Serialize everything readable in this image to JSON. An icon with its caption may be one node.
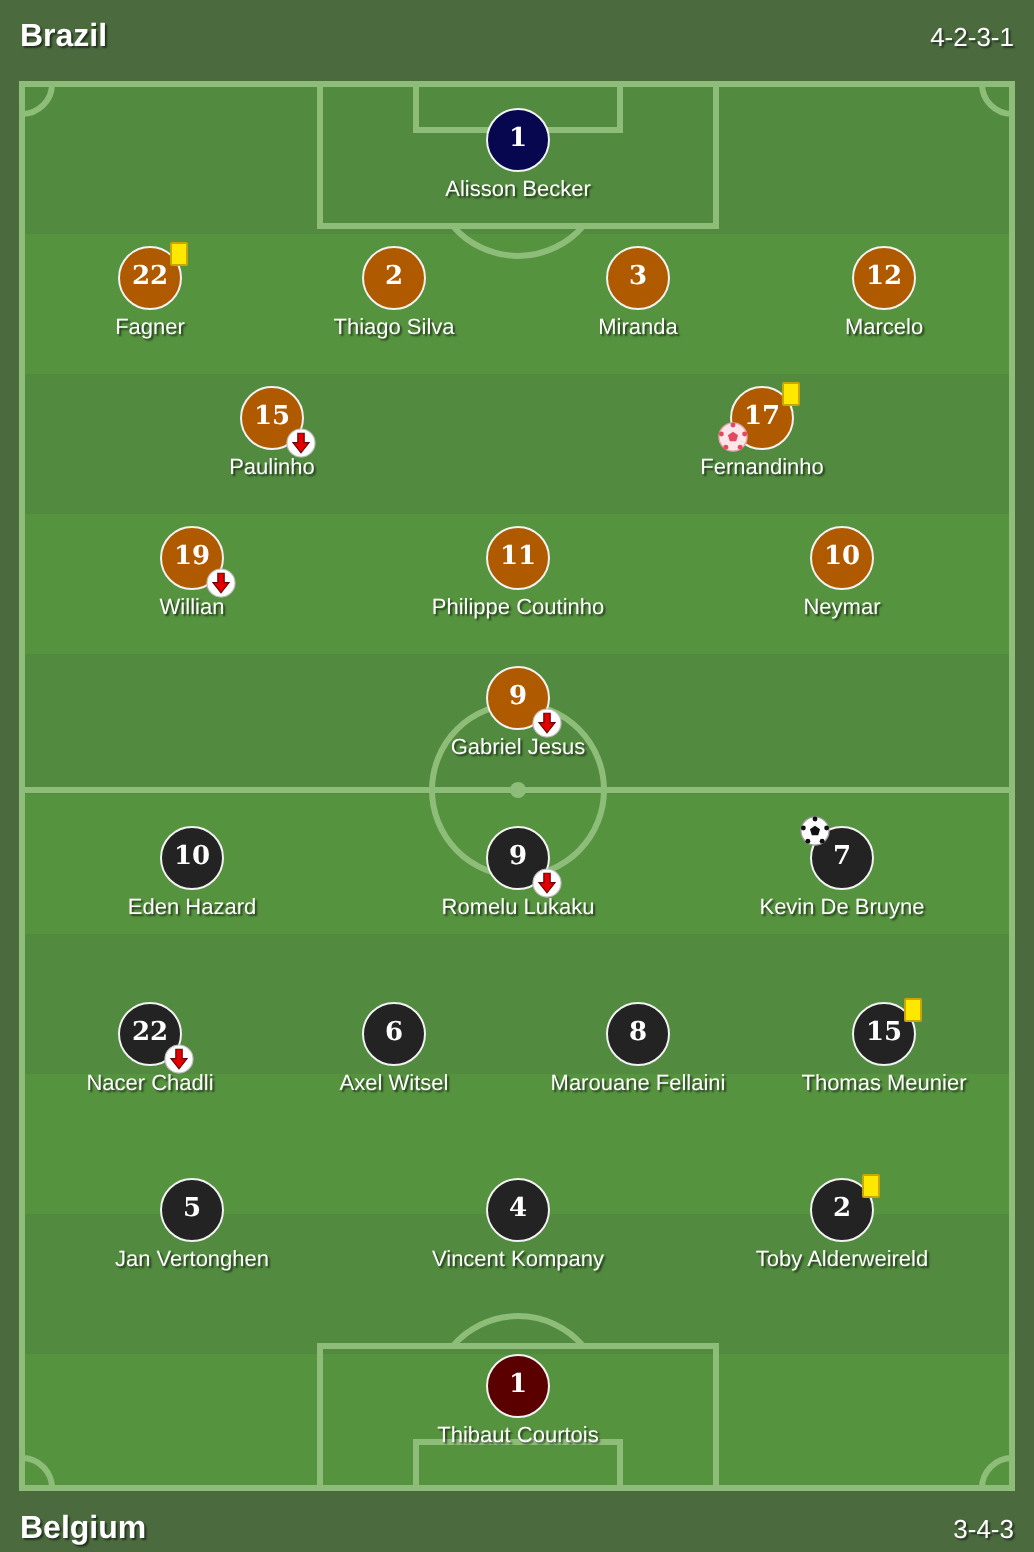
{
  "diagram": {
    "nodes": [
      {
        "text": [
          "1"
        ],
        "beside": [
          "Alisson Becker"
        ]
      },
      {
        "text": [
          "22"
        ],
        "beside": [
          "Fagner"
        ]
      },
      {
        "text": [
          "2"
        ],
        "beside": [
          "Thiago Silva"
        ]
      },
      {
        "text": [
          "3"
        ],
        "beside": [
          "Miranda"
        ]
      },
      {
        "text": [
          "12"
        ],
        "beside": [
          "Marcelo"
        ]
      },
      {
        "text": [
          "15"
        ],
        "beside": [
          "Paulinho"
        ]
      },
      {
        "text": [
          "17"
        ],
        "beside": [
          "Fernandinho"
        ]
      },
      {
        "text": [
          "19"
        ],
        "beside": [
          "Willian"
        ]
      },
      {
        "text": [
          "11"
        ],
        "beside": [
          "Philippe Coutinho"
        ]
      },
      {
        "text": [
          "10"
        ],
        "beside": [
          "Neymar"
        ]
      },
      {
        "text": [
          "9"
        ],
        "beside": [
          "Gabriel Jesus"
        ]
      },
      {
        "text": [
          "10"
        ],
        "beside": [
          "Eden Hazard"
        ]
      },
      {
        "text": [
          "9"
        ],
        "beside": [
          "Romelu Lukaku"
        ]
      },
      {
        "text": [
          "7"
        ],
        "beside": [
          "Kevin De Bruyne"
        ]
      },
      {
        "text": [
          "22"
        ],
        "beside": [
          "Nacer Chadli"
        ]
      },
      {
        "text": [
          "6"
        ],
        "beside": [
          "Axel Witsel"
        ]
      },
      {
        "text": [
          "8"
        ],
        "beside": [
          "Marouane Fellaini"
        ]
      },
      {
        "text": [
          "15"
        ],
        "beside": [
          "Thomas Meunier"
        ]
      },
      {
        "text": [
          "5"
        ],
        "beside": [
          "Jan Vertonghen"
        ]
      },
      {
        "text": [
          "4"
        ],
        "beside": [
          "Vincent Kompany"
        ]
      },
      {
        "text": [
          "2"
        ],
        "beside": [
          "Toby Alderweireld"
        ]
      },
      {
        "text": [
          "1"
        ],
        "beside": [
          "Thibaut Courtois"
        ]
      }
    ],
    "labels": [
      "Brazil",
      "4-2-3-1",
      "Belgium",
      "3-4-3"
    ]
  }
}
